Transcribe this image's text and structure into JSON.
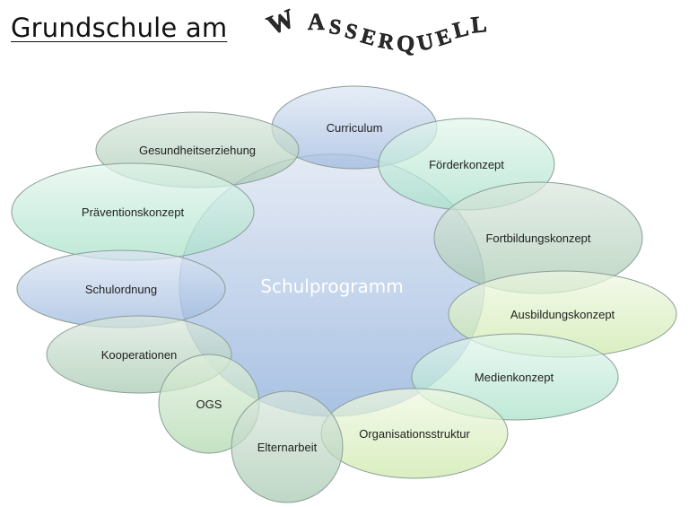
{
  "header": {
    "title_prefix": "Grundschule am",
    "logo_text": "WASSERQUELL",
    "logo_letters": [
      "W",
      "A",
      "S",
      "S",
      "E",
      "R",
      "Q",
      "U",
      "E",
      "L",
      "L"
    ]
  },
  "diagram": {
    "center": {
      "label": "Schulprogramm",
      "color": "#b3c8e6"
    },
    "nodes": [
      {
        "id": "curriculum",
        "label": "Curriculum",
        "color": "#a9c0e2"
      },
      {
        "id": "gesundheitserziehung",
        "label": "Gesundheitserziehung",
        "color": "#b6d3bd"
      },
      {
        "id": "foerderkonzept",
        "label": "Förderkonzept",
        "color": "#b2e6d2"
      },
      {
        "id": "praeventionskonzept",
        "label": "Präventionskonzept",
        "color": "#b2e6d2"
      },
      {
        "id": "fortbildungskonzept",
        "label": "Fortbildungskonzept",
        "color": "#b9dcbc"
      },
      {
        "id": "schulordnung",
        "label": "Schulordnung",
        "color": "#a9c0e2"
      },
      {
        "id": "ausbildungskonzept",
        "label": "Ausbildungskonzept",
        "color": "#d2ecb4"
      },
      {
        "id": "kooperationen",
        "label": "Kooperationen",
        "color": "#b6d3bd"
      },
      {
        "id": "medienkonzept",
        "label": "Medienkonzept",
        "color": "#b2e6d2"
      },
      {
        "id": "ogs",
        "label": "OGS",
        "color": "#bfe0bd"
      },
      {
        "id": "organisationsstruktur",
        "label": "Organisationsstruktur",
        "color": "#d2ecb4"
      },
      {
        "id": "elternarbeit",
        "label": "Elternarbeit",
        "color": "#b6d3bd"
      }
    ]
  }
}
